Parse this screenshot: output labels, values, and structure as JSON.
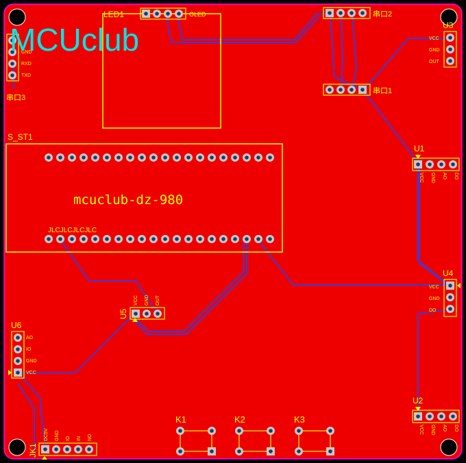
{
  "colors": {
    "board": "#ef0000",
    "silk": "#ffff00",
    "trace": "#3b3bd8",
    "pad": "#c8c8c8",
    "hole": "#1a3c66",
    "outline": "#ff00ff",
    "logo": "#00e5e5"
  },
  "logo": "MCUclub",
  "board_name": "mcuclub-dz-980",
  "jlc_mark": "JLCJLCJLCJLC",
  "designators": {
    "led1": "LED1",
    "sst1": "S_ST1",
    "u1": "U1",
    "u2": "U2",
    "u3": "U3",
    "u4": "U4",
    "u5": "U5",
    "u6": "U6",
    "jk1": "JK1",
    "k1": "K1",
    "k2": "K2",
    "k3": "K3",
    "com2": "串口2",
    "com1": "串口1",
    "com3": "串口3"
  },
  "pin_labels": {
    "led1": "OLED",
    "u3": [
      "VCC",
      "GND",
      "OUT"
    ],
    "u4": [
      "VCC",
      "GND",
      "DO"
    ],
    "u6": [
      "AO",
      "IO",
      "GND",
      "VCC"
    ],
    "com3": [
      "",
      "GND",
      "RXD",
      "TXD"
    ],
    "u1": [
      "VCC",
      "GND",
      "AO",
      "DO"
    ],
    "u2": [
      "VCC",
      "GND",
      "AO",
      "DO"
    ],
    "u5": [
      "VCC",
      "GND",
      "OUT"
    ],
    "jk1": [
      "DC5V",
      "GND",
      "IO",
      "IN",
      "NO"
    ]
  }
}
